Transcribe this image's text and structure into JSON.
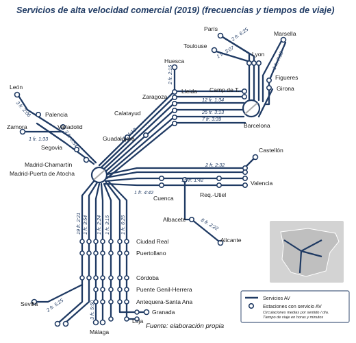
{
  "title": "Servicios de alta velocidad comercial (2019) (frecuencias y tiempos de viaje)",
  "source": "Fuente: elaboración propia",
  "colors": {
    "line": "#1f3a63",
    "title": "#1f3a63",
    "map_bg": "#d3d3d3",
    "map_land": "#bfbfbf"
  },
  "stations": {
    "paris": "París",
    "toulouse": "Toulouse",
    "lyon": "Lyon",
    "marsella": "Marsella",
    "figueres": "Figueres",
    "girona": "Girona",
    "huesca": "Huesca",
    "lleida": "Lleida",
    "camp": "Camp de T.",
    "zaragoza": "Zaragoza",
    "calatayud": "Calatayud",
    "barcelona": "Barcelona",
    "leon": "León",
    "palencia": "Palencia",
    "valladolid": "Valladolid",
    "zamora": "Zamora",
    "segovia": "Segovia",
    "guadalajara": "Guadalajara",
    "madrid_chamartin": "Madrid-Chamartín",
    "madrid_atocha": "Madrid-Puerta de Atocha",
    "castellon": "Castellón",
    "valencia": "Valencia",
    "cuenca": "Cuenca",
    "requena": "Req.-Utiel",
    "albacete": "Albacete",
    "alicante": "Alicante",
    "ciudad_real": "Ciudad Real",
    "puertollano": "Puertollano",
    "cordoba": "Córdoba",
    "puente_genil": "Puente Genil-Herrera",
    "antequera": "Antequera-Santa Ana",
    "granada": "Granada",
    "loja": "Loja",
    "sevilla": "Sevilla",
    "malaga": "Málaga"
  },
  "frequencies": {
    "paris": "2 fr. 6:25",
    "toulouse": "1 fr. 3:07",
    "marsella": "1 fr. 7:18",
    "huesca": "2 fr. 2:15",
    "zaragoza": "12 fr. 1:34",
    "calatayud": "25 fr. 3:13",
    "camp": "7 fr. 3:39",
    "guadalajara": "7 fr. 1:18",
    "leon": "3 fr. 2:06",
    "zamora": "1 fr. 1:33",
    "segovia": "3 fr. 0:54",
    "castellon": "2 fr. 2:32",
    "valencia": "15 fr. 1:42",
    "cuenca": "1 fr. 4:42",
    "alicante": "8 fr. 2:22",
    "sevilla": "19 fr. 2:21",
    "cordoba": "1 fr. 3:54",
    "antequera": "1 fr. 2:24",
    "puente_genil": "1 fr. 3:15",
    "granada": "1 fr. 6:25",
    "sevilla_b": "2 fr. 5:25",
    "malaga": "3 fr. 5:50"
  },
  "legend": {
    "services": "Servicios AV",
    "stations": "Estaciones con servicio AV",
    "note1": "Circulaciones medias por sentido / día.",
    "note2": "Tiempo de viaje en horas y minutos"
  }
}
